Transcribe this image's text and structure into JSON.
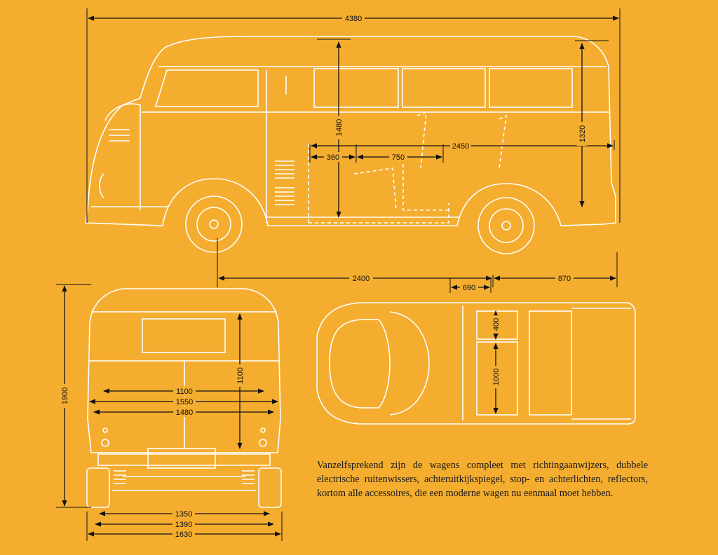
{
  "dimensions": {
    "overall_length": "4380",
    "body_height": "1480",
    "side_height": "1320",
    "cargo_length": "2450",
    "front_step": "360",
    "seat_spacing": "750",
    "wheelbase": "2400",
    "rear_overhang": "870",
    "seat_position": "690",
    "overall_height": "1900",
    "rear_door_height": "1100",
    "rear_width_1100": "1100",
    "rear_width_1550": "1550",
    "rear_width_1480": "1480",
    "track_1350": "1350",
    "track_1390": "1390",
    "overall_width": "1630",
    "seat_depth": "400",
    "bench_length": "1000"
  },
  "caption": "Vanzelfsprekend zijn de wagens compleet met richtingaanwijzers, dubbele electrische ruitenwissers, achteruitkijkspiegel, stop- en achterlichten, reflectors, kortom alle accessoires, die een moderne wagen nu eenmaal moet hebben.",
  "colors": {
    "background": "#f4ad2f",
    "linework": "#ffffff",
    "dimensions": "#111111"
  }
}
